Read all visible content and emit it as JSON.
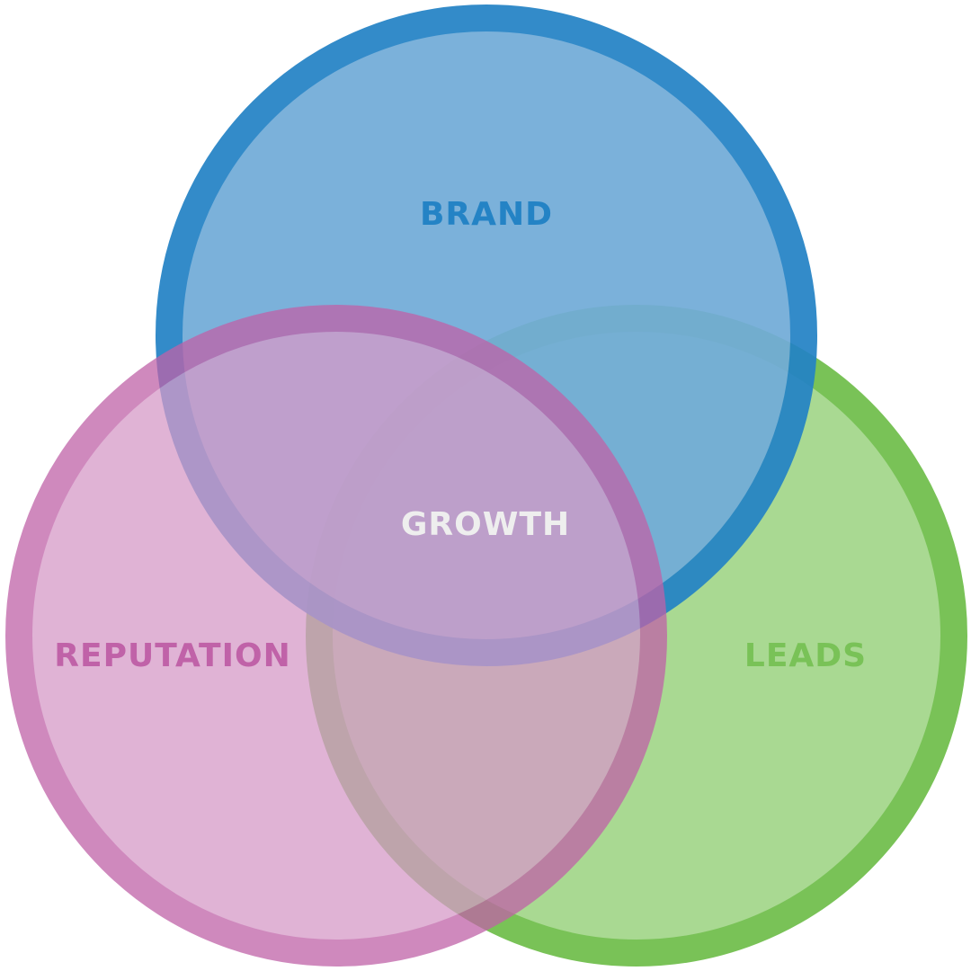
{
  "sets": [
    {
      "id": "leads",
      "label": "LEADS",
      "stroke": "#79c257",
      "fill": "#a9d992"
    },
    {
      "id": "brand",
      "label": "BRAND",
      "stroke": "#2483c5",
      "fill": "#72acd8"
    },
    {
      "id": "reputation",
      "label": "REPUTATION",
      "stroke": "#c062a8",
      "fill": "#d69ac8"
    }
  ],
  "center_label": "GROWTH",
  "center_color": "#eeeeee"
}
